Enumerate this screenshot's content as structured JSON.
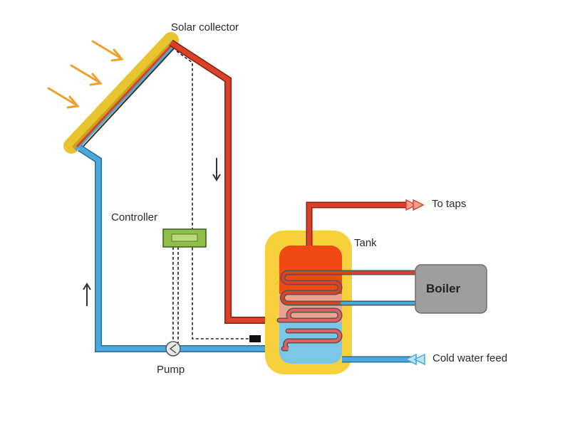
{
  "labels": {
    "solar_collector": "Solar collector",
    "controller": "Controller",
    "pump": "Pump",
    "tank": "Tank",
    "boiler": "Boiler",
    "to_taps": "To taps",
    "cold_water_feed": "Cold water feed"
  },
  "colors": {
    "hot_pipe": "#d9412b",
    "cold_pipe": "#4aa8dc",
    "tank_jacket": "#f6d13b",
    "tank_hot": "#f04a12",
    "tank_cold": "#7cc6e8",
    "collector_frame": "#e8c530",
    "controller": "#8fbf48",
    "boiler": "#9e9e9e",
    "sun_rays": "#f0a030"
  }
}
